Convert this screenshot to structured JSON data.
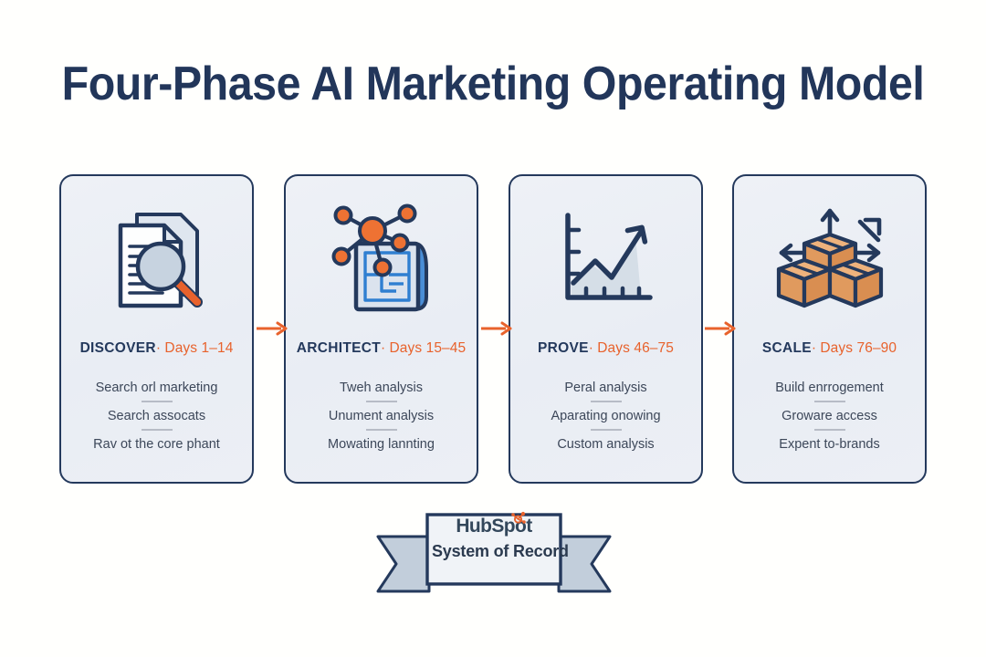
{
  "title": "Four-Phase AI Marketing Operating Model",
  "colors": {
    "background": "#fffffd",
    "navy": "#24395c",
    "orange": "#e8622c",
    "card_fill": "#eceff5",
    "divider": "#b7bcc6",
    "body_text": "#3c4759",
    "blueprint_blue": "#2f7fd1",
    "box_tan": "#e8a96a"
  },
  "phases": [
    {
      "icon": "document-magnifier-icon",
      "name": "DISCOVER",
      "separator": "·",
      "days": "Days 1–14",
      "items": [
        "Search orl marketing",
        "Search assocats",
        "Rav ot the core phant"
      ]
    },
    {
      "icon": "network-blueprint-icon",
      "name": "ARCHITECT",
      "separator": "·",
      "days": "Days 15–45",
      "items": [
        "Tweh analysis",
        "Unument analysis",
        "Mowating lannting"
      ]
    },
    {
      "icon": "growth-chart-icon",
      "name": "PROVE",
      "separator": "·",
      "days": "Days 46–75",
      "items": [
        "Peral analysis",
        "Aparating onowing",
        "Custom analysis"
      ]
    },
    {
      "icon": "stacked-boxes-arrows-icon",
      "name": "SCALE",
      "separator": "·",
      "days": "Days 76–90",
      "items": [
        "Build enrrogement",
        "Groware access",
        "Expent to-brands"
      ]
    }
  ],
  "connectors": [
    {
      "icon": "arrow-right-icon"
    },
    {
      "icon": "arrow-right-icon"
    },
    {
      "icon": "arrow-right-icon"
    }
  ],
  "ribbon": {
    "brand": "HubSpot",
    "brand_icon": "hubspot-sprocket-icon",
    "subtitle": "System of Record"
  }
}
